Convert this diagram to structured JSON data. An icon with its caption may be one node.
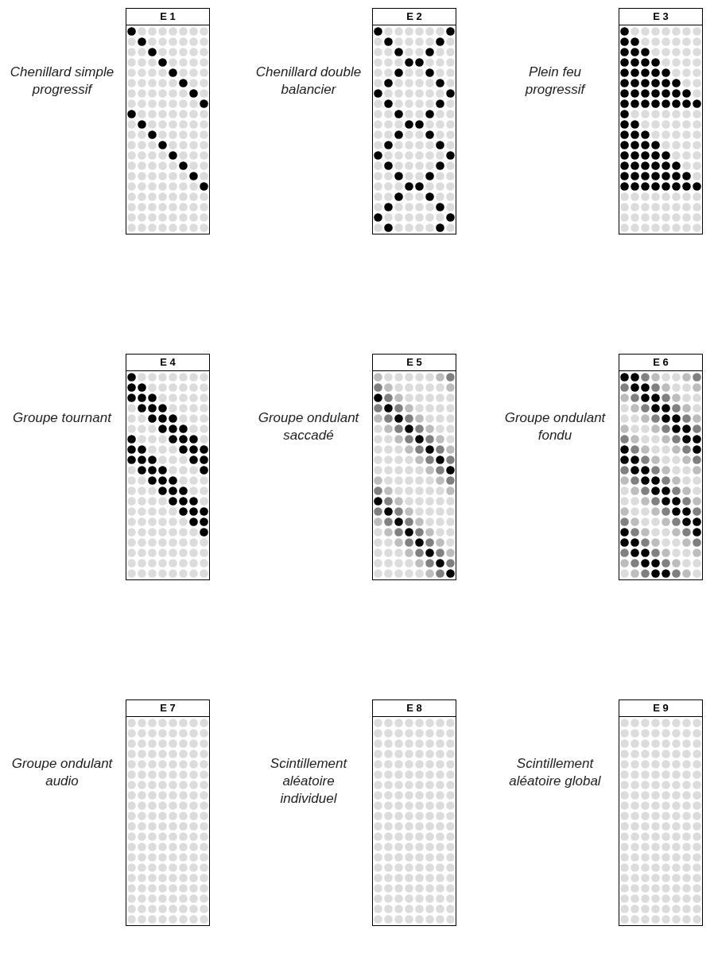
{
  "diagram": {
    "nodes": [
      {
        "text": [
          "E 1"
        ],
        "beside": [
          "Chenillard simple progressif"
        ]
      },
      {
        "text": [
          "E 2"
        ],
        "beside": [
          "Chenillard double balancier"
        ]
      },
      {
        "text": [
          "E 3"
        ],
        "beside": [
          "Plein feu progressif"
        ]
      },
      {
        "text": [
          "E 4"
        ],
        "beside": [
          "Groupe tournant"
        ]
      },
      {
        "text": [
          "E 5"
        ],
        "beside": [
          "Groupe ondulant saccadé"
        ]
      },
      {
        "text": [
          "E 6"
        ],
        "beside": [
          "Groupe ondulant fondu"
        ]
      },
      {
        "text": [
          "E 7"
        ],
        "beside": [
          "Groupe ondulant audio"
        ]
      },
      {
        "text": [
          "E 8"
        ],
        "beside": [
          "Scintillement aléatoire individuel"
        ]
      },
      {
        "text": [
          "E 9"
        ],
        "beside": [
          "Scintillement aléatoire global"
        ]
      }
    ]
  }
}
